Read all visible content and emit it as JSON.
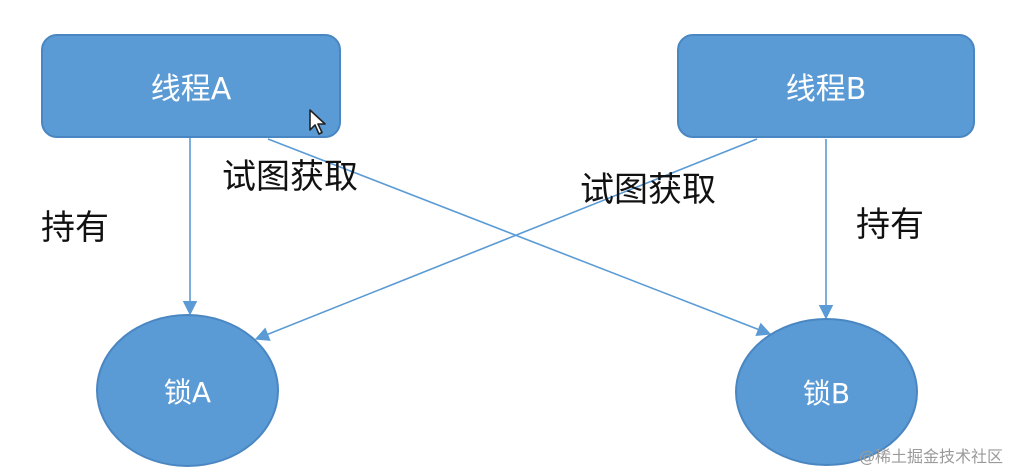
{
  "nodes": {
    "thread_a": {
      "label": "线程A"
    },
    "thread_b": {
      "label": "线程B"
    },
    "lock_a": {
      "label": "锁A"
    },
    "lock_b": {
      "label": "锁B"
    }
  },
  "edges": {
    "a_holds": {
      "label": "持有"
    },
    "a_tries": {
      "label": "试图获取"
    },
    "b_tries": {
      "label": "试图获取"
    },
    "b_holds": {
      "label": "持有"
    }
  },
  "watermark": "@稀土掘金技术社区",
  "colors": {
    "node_fill": "#5b9bd5",
    "node_border": "#4a87c2",
    "edge": "#5b9bd5"
  },
  "icons": {
    "cursor": "mouse-pointer-icon"
  }
}
